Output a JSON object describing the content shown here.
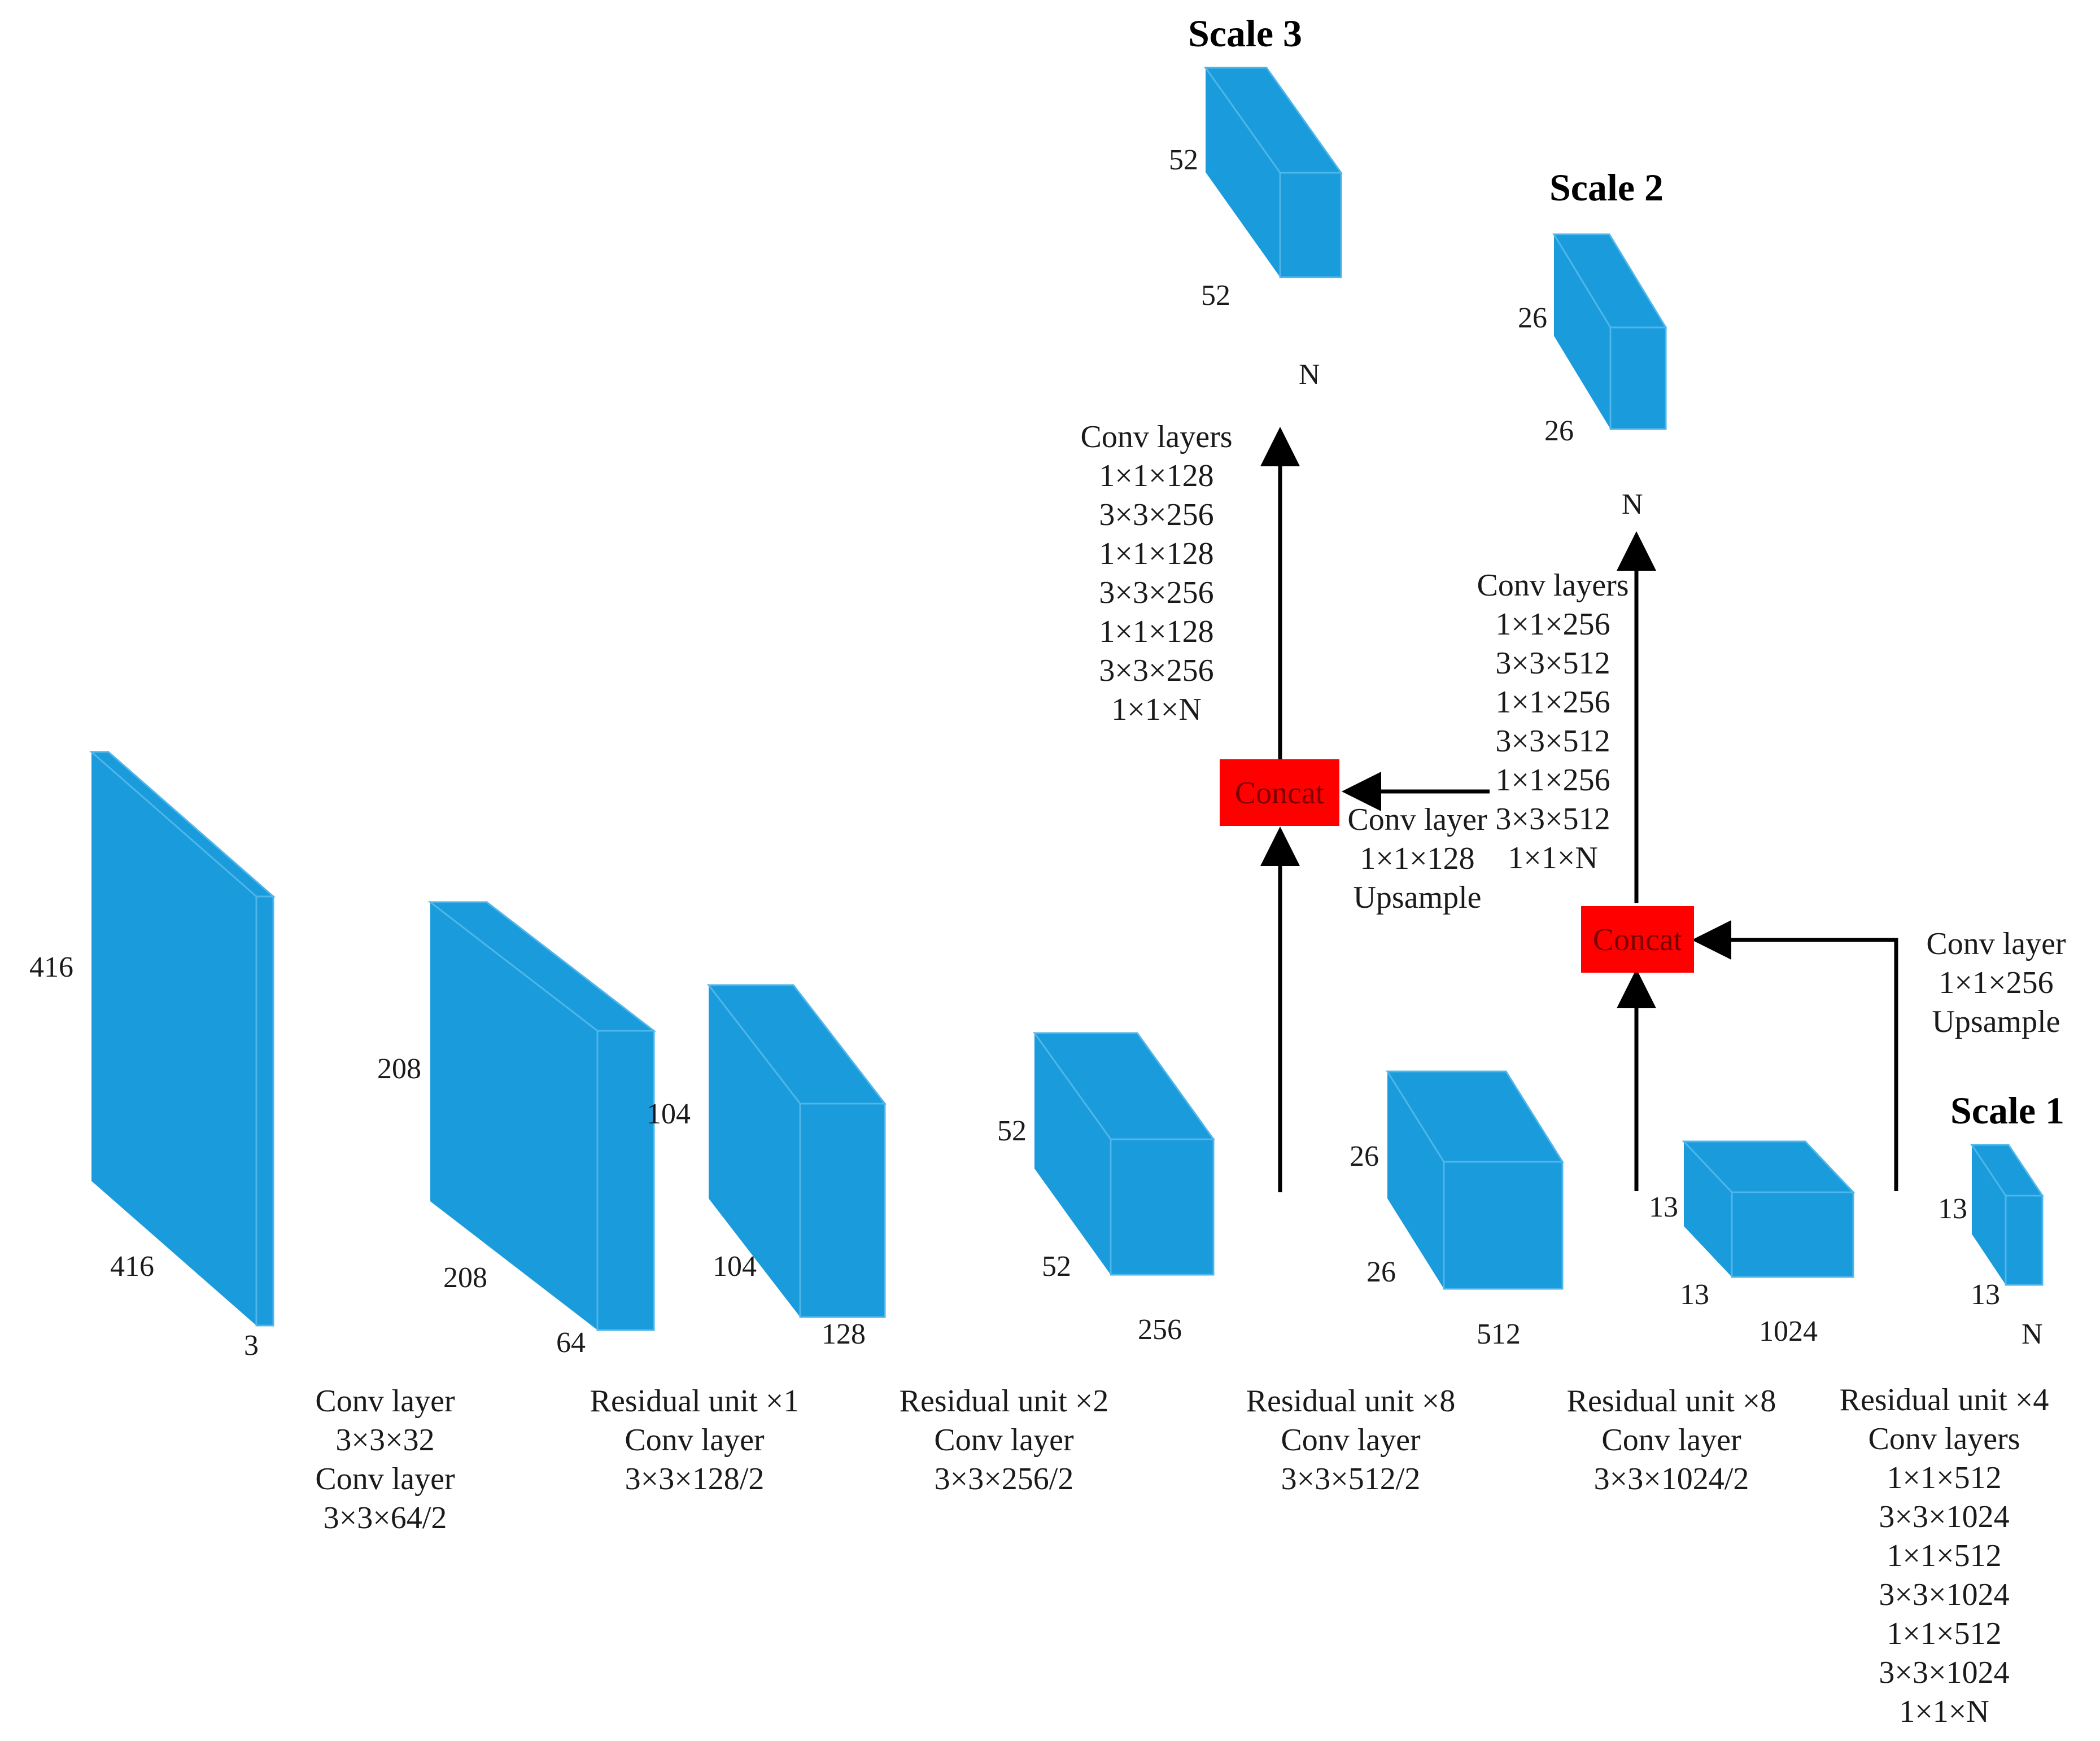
{
  "colors": {
    "block": "#1a9bdc",
    "concat": "#ff0000",
    "arrow": "#000000"
  },
  "blocks": [
    {
      "id": "input",
      "dims": [
        "416",
        "416",
        "3"
      ]
    },
    {
      "id": "b208",
      "dims": [
        "208",
        "208",
        "64"
      ]
    },
    {
      "id": "b104",
      "dims": [
        "104",
        "104",
        "128"
      ]
    },
    {
      "id": "b52",
      "dims": [
        "52",
        "52",
        "256"
      ]
    },
    {
      "id": "b26",
      "dims": [
        "26",
        "26",
        "512"
      ]
    },
    {
      "id": "b13",
      "dims": [
        "13",
        "13",
        "1024"
      ]
    },
    {
      "id": "scale1",
      "dims": [
        "13",
        "13",
        "N"
      ]
    },
    {
      "id": "scale2",
      "dims": [
        "26",
        "26",
        "N"
      ]
    },
    {
      "id": "scale3",
      "dims": [
        "52",
        "52",
        "N"
      ]
    }
  ],
  "scales": {
    "s1": "Scale 1",
    "s2": "Scale 2",
    "s3": "Scale 3"
  },
  "concat_label": "Concat",
  "captions": {
    "c1": [
      "Conv layer",
      "3×3×32",
      "Conv layer",
      "3×3×64/2"
    ],
    "c2": [
      "Residual unit ×1",
      "Conv layer",
      "3×3×128/2"
    ],
    "c3": [
      "Residual unit ×2",
      "Conv layer",
      "3×3×256/2"
    ],
    "c4": [
      "Residual unit ×8",
      "Conv layer",
      "3×3×512/2"
    ],
    "c5": [
      "Residual unit ×8",
      "Conv layer",
      "3×3×1024/2"
    ],
    "c6": [
      "Residual unit ×4",
      "Conv layers",
      "1×1×512",
      "3×3×1024",
      "1×1×512",
      "3×3×1024",
      "1×1×512",
      "3×3×1024",
      "1×1×N"
    ],
    "up1": [
      "Conv layer",
      "1×1×256",
      "Upsample"
    ],
    "up2": [
      "Conv layer",
      "1×1×128",
      "Upsample"
    ],
    "s2conv": [
      "Conv layers",
      "1×1×256",
      "3×3×512",
      "1×1×256",
      "3×3×512",
      "1×1×256",
      "3×3×512",
      "1×1×N"
    ],
    "s3conv": [
      "Conv layers",
      "1×1×128",
      "3×3×256",
      "1×1×128",
      "3×3×256",
      "1×1×128",
      "3×3×256",
      "1×1×N"
    ]
  }
}
